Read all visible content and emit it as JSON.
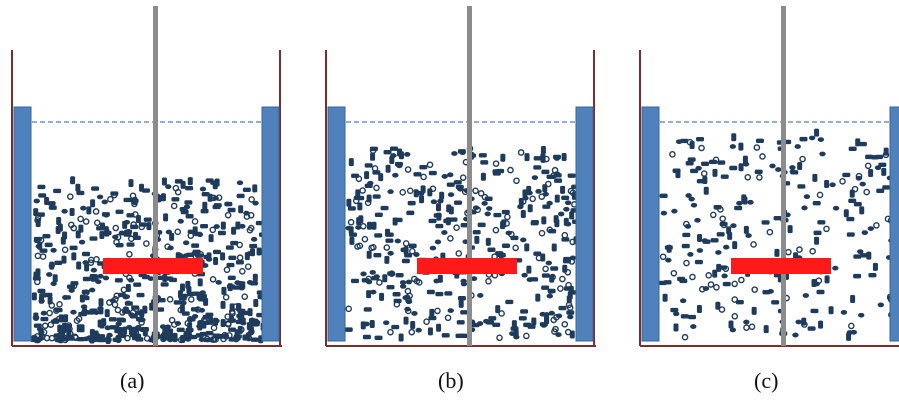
{
  "figure": {
    "panels": [
      {
        "label": "(a)",
        "particle_count": 620,
        "distribution": "settled"
      },
      {
        "label": "(b)",
        "particle_count": 420,
        "distribution": "partial"
      },
      {
        "label": "(c)",
        "particle_count": 260,
        "distribution": "suspended"
      }
    ],
    "colors": {
      "baffle": "#4f81bd",
      "tank_wall": "#7b2e2e",
      "shaft": "#8c8c8c",
      "impeller": "#ff1a1a",
      "particle": "#1f3b5c",
      "liquid_level": "#4f81bd"
    }
  }
}
